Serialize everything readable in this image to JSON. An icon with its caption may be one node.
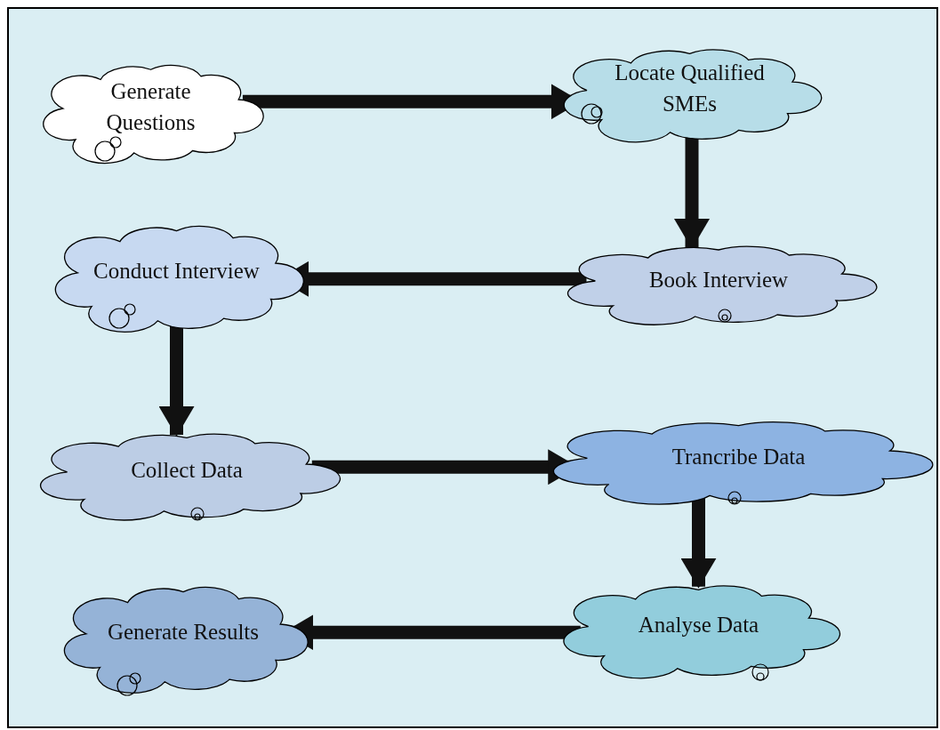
{
  "diagram": {
    "nodes": [
      {
        "text": [
          "Generate Questions"
        ]
      },
      {
        "text": [
          "Locate Qualified SMEs"
        ]
      },
      {
        "text": [
          "Book Interview"
        ]
      },
      {
        "text": [
          "Conduct Interview"
        ]
      },
      {
        "text": [
          "Collect Data"
        ]
      },
      {
        "text": [
          "Trancribe Data"
        ]
      },
      {
        "text": [
          "Analyse Data"
        ]
      },
      {
        "text": [
          "Generate Results"
        ]
      }
    ],
    "edges": [
      {
        "from": 0,
        "to": 1,
        "arrow": "to"
      },
      {
        "from": 1,
        "to": 2,
        "arrow": "to"
      },
      {
        "from": 2,
        "to": 3,
        "arrow": "to"
      },
      {
        "from": 3,
        "to": 4,
        "arrow": "to"
      },
      {
        "from": 4,
        "to": 5,
        "arrow": "to"
      },
      {
        "from": 5,
        "to": 6,
        "arrow": "to"
      },
      {
        "from": 6,
        "to": 7,
        "arrow": "to"
      }
    ]
  }
}
